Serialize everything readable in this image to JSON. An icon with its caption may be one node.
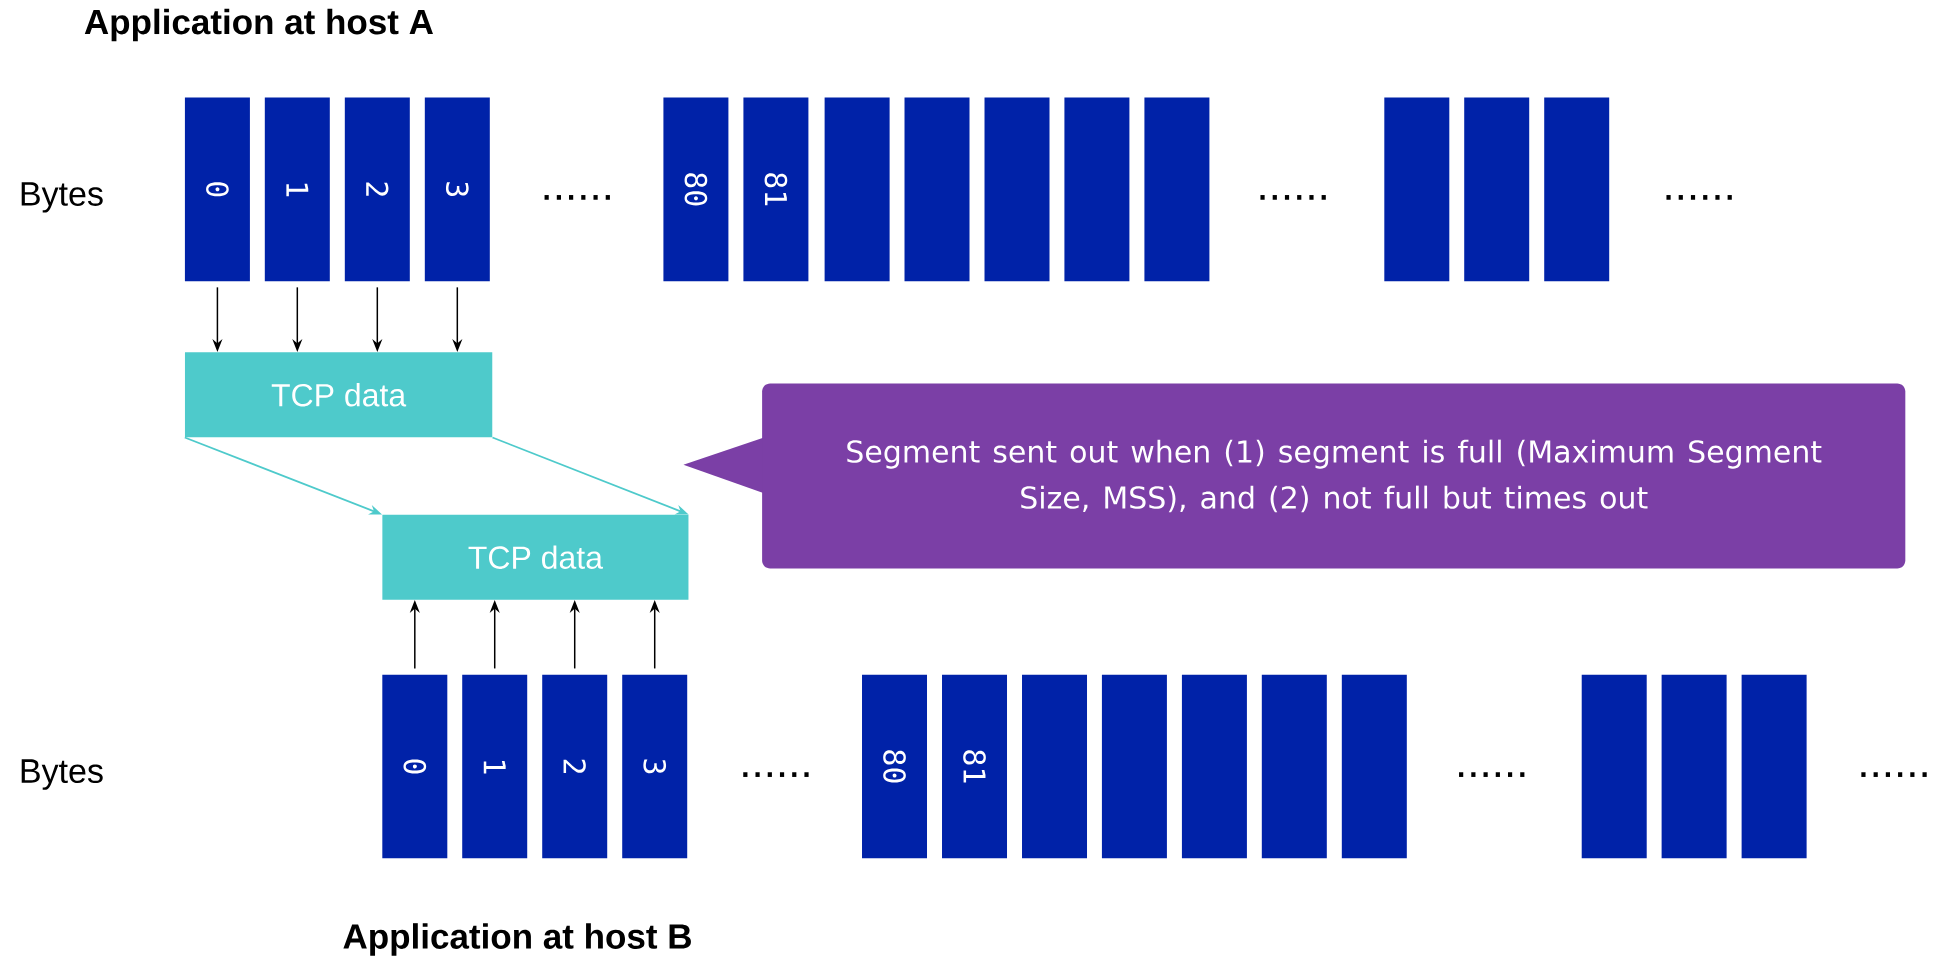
{
  "diagram": {
    "nodes": [
      {
        "text": [
          "0"
        ]
      },
      {
        "text": [
          "1"
        ]
      },
      {
        "text": [
          "2"
        ]
      },
      {
        "text": [
          "3"
        ]
      },
      {
        "text": [
          "80"
        ]
      },
      {
        "text": [
          "81"
        ]
      },
      {
        "text": [],
        "shape": "box"
      },
      {
        "text": [],
        "shape": "box"
      },
      {
        "text": [],
        "shape": "box"
      },
      {
        "text": [],
        "shape": "box"
      },
      {
        "text": [],
        "shape": "box"
      },
      {
        "text": [],
        "shape": "box"
      },
      {
        "text": [],
        "shape": "box"
      },
      {
        "text": [],
        "shape": "box"
      },
      {
        "text": [
          "TCP data"
        ]
      },
      {
        "text": [
          "TCP data"
        ]
      },
      {
        "text": [
          "Segment sent out when (1) segment is full (Maximum Segment Size, MSS), and (2) not full but times out"
        ]
      },
      {
        "text": [
          "0"
        ]
      },
      {
        "text": [
          "1"
        ]
      },
      {
        "text": [
          "2"
        ]
      },
      {
        "text": [
          "3"
        ]
      },
      {
        "text": [
          "80"
        ]
      },
      {
        "text": [
          "81"
        ]
      },
      {
        "text": [],
        "shape": "box"
      },
      {
        "text": [],
        "shape": "box"
      },
      {
        "text": [],
        "shape": "box"
      },
      {
        "text": [],
        "shape": "box"
      },
      {
        "text": [],
        "shape": "box"
      },
      {
        "text": [],
        "shape": "box"
      },
      {
        "text": [],
        "shape": "box"
      },
      {
        "text": [],
        "shape": "box"
      }
    ],
    "edges": [
      {
        "from": 0,
        "to": 14,
        "arrow": "to"
      },
      {
        "from": 1,
        "to": 14,
        "arrow": "to"
      },
      {
        "from": 2,
        "to": 14,
        "arrow": "to"
      },
      {
        "from": 3,
        "to": 14,
        "arrow": "to"
      },
      {
        "from": 14,
        "to": 15,
        "arrow": "to",
        "color": "#4ecacb"
      },
      {
        "from": 14,
        "to": 15,
        "arrow": "to",
        "color": "#4ecacb"
      },
      {
        "from": 17,
        "to": 15,
        "arrow": "to"
      },
      {
        "from": 18,
        "to": 15,
        "arrow": "to"
      },
      {
        "from": 19,
        "to": 15,
        "arrow": "to"
      },
      {
        "from": 20,
        "to": 15,
        "arrow": "to"
      }
    ],
    "labels": [
      "Application at host A",
      "Bytes",
      "......",
      "......",
      "......",
      "Bytes",
      "......",
      "......",
      "......",
      "Application at host B"
    ]
  }
}
